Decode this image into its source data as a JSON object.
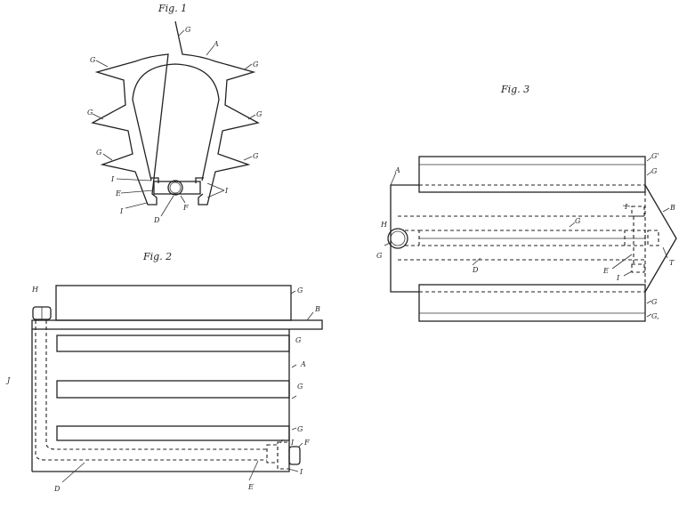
{
  "figures": {
    "fig1": {
      "title": "Fig. 1",
      "labels": {
        "g1": "G",
        "a": "A",
        "g2": "G",
        "g3": "G",
        "g4": "G",
        "g5": "G",
        "g6": "G",
        "g7": "G",
        "i1": "I",
        "e": "E",
        "i2": "I",
        "d": "D",
        "f": "F",
        "i3": "I"
      }
    },
    "fig2": {
      "title": "Fig. 2",
      "labels": {
        "h": "H",
        "g1": "G",
        "b": "B",
        "g2": "G",
        "a": "A",
        "g3": "G",
        "g4": "G",
        "i1": "I",
        "f": "F",
        "i2": "I",
        "e": "E",
        "d": "D",
        "side": "J"
      }
    },
    "fig3": {
      "title": "Fig. 3",
      "labels": {
        "g1": "G'",
        "g2": "G",
        "a": "A",
        "b": "B",
        "i1": "I",
        "h": "H",
        "g3": "G",
        "g4": "G",
        "d": "D",
        "e": "E",
        "t": "T",
        "i2": "I",
        "g5": "G",
        "g6": "G,"
      }
    }
  }
}
